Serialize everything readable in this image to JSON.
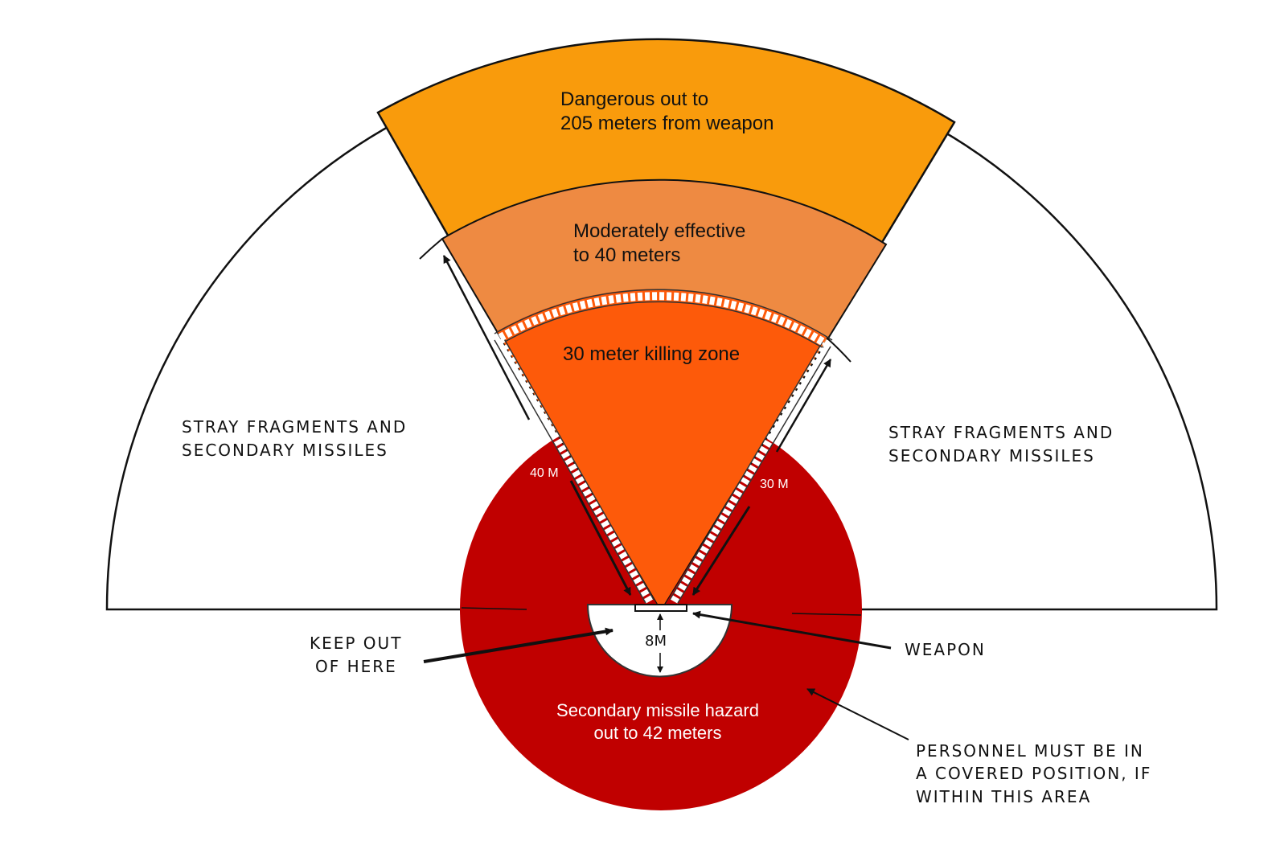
{
  "zones": {
    "danger": {
      "line1": "Dangerous out to",
      "line2": "205 meters from weapon",
      "color": "#f99b0c"
    },
    "moderate": {
      "line1": "Moderately effective",
      "line2": "to 40 meters",
      "color": "#ee8a42"
    },
    "kill": {
      "line1": "30 meter killing zone",
      "color": "#fd5a0a"
    },
    "secondary": {
      "line1": "Secondary missile hazard",
      "line2": "out to 42 meters",
      "color": "#c00000"
    }
  },
  "labels": {
    "stray_left_1": "STRAY FRAGMENTS AND",
    "stray_left_2": "SECONDARY MISSILES",
    "stray_right_1": "STRAY FRAGMENTS AND",
    "stray_right_2": "SECONDARY MISSILES",
    "keep_out_1": "KEEP OUT",
    "keep_out_2": "OF HERE",
    "weapon": "WEAPON",
    "personnel_1": "PERSONNEL MUST BE IN",
    "personnel_2": "A COVERED POSITION, IF",
    "personnel_3": "WITHIN THIS AREA",
    "dist_40": "40 M",
    "dist_30": "30 M",
    "dist_8": "8M"
  }
}
